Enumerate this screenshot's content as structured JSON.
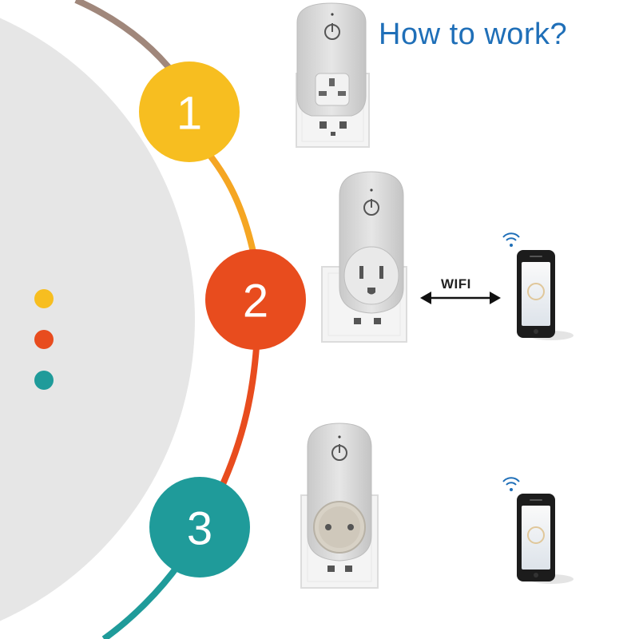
{
  "heading": "How to work?",
  "connection_label": "WIFI",
  "steps": [
    {
      "number": "1",
      "color": "#f7be20"
    },
    {
      "number": "2",
      "color": "#e84c1e"
    },
    {
      "number": "3",
      "color": "#1f9b9a"
    }
  ],
  "legend_dots": [
    "#f7be20",
    "#e84c1e",
    "#1f9b9a"
  ],
  "colors": {
    "heading": "#1f6fb8",
    "arc_top": "#a0877b",
    "disc": "#e6e6e6"
  },
  "icons": [
    "smart-plug",
    "wall-socket",
    "smartphone",
    "wifi-signal-icon",
    "double-arrow"
  ]
}
